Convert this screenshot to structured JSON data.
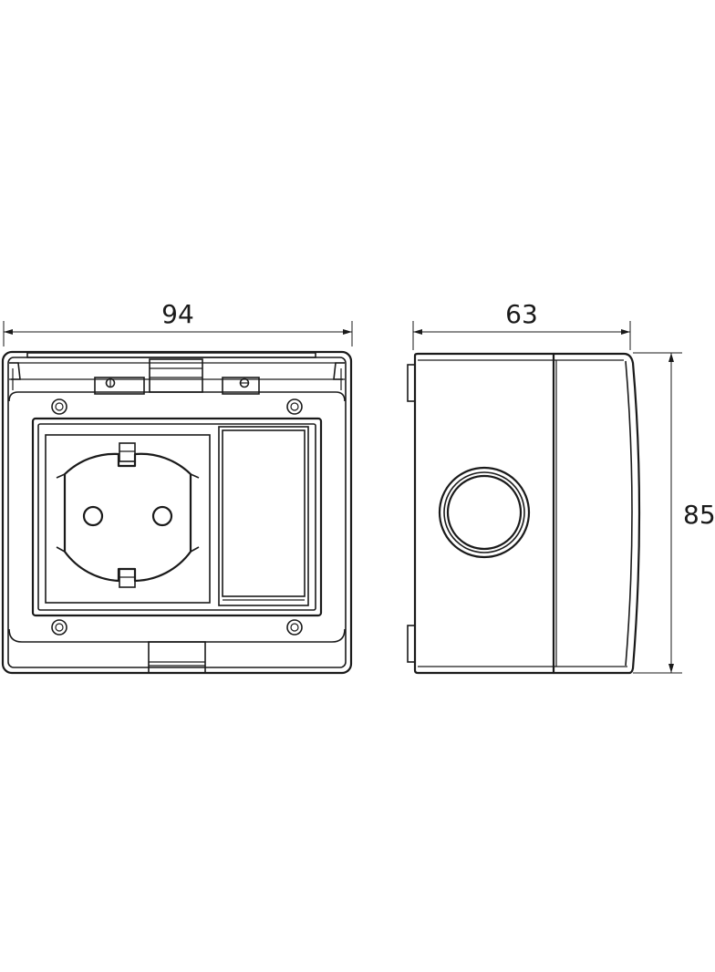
{
  "dimensions": {
    "width": "94",
    "depth": "63",
    "height": "85"
  },
  "colors": {
    "line": "#1a1a1a",
    "background": "#ffffff"
  }
}
